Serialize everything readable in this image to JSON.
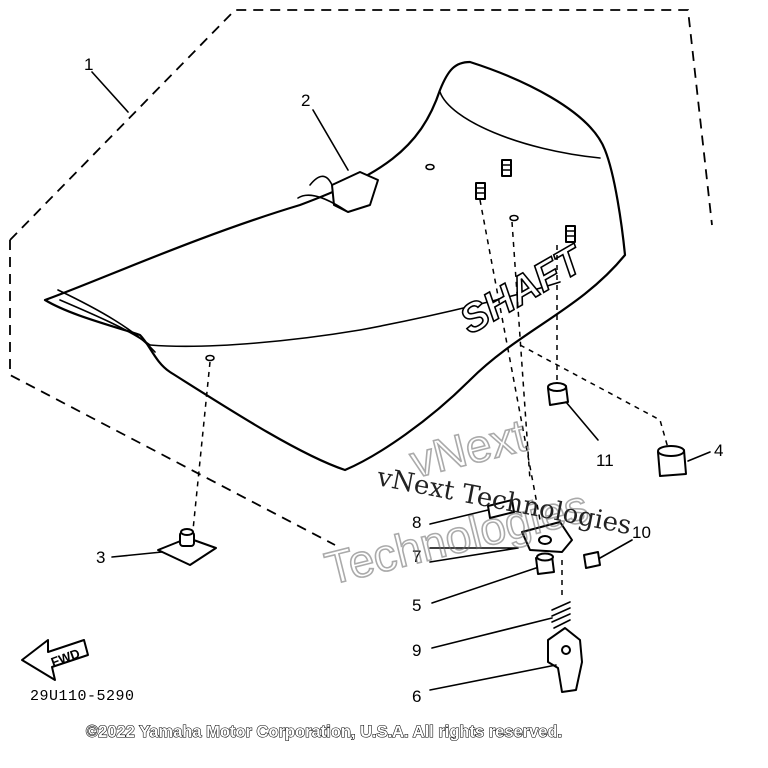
{
  "diagram": {
    "decal_text": "SHAFT",
    "fwd_label": "FWD",
    "figure_code": "29U110-5290",
    "copyright": "©2022 Yamaha Motor Corporation, U.S.A. All rights reserved.",
    "watermark_small": "vNext Technologies",
    "watermark_large_1": "vNext",
    "watermark_large_2": "Technologies",
    "callouts": {
      "c1": "1",
      "c2": "2",
      "c3": "3",
      "c4": "4",
      "c5": "5",
      "c6": "6",
      "c7": "7",
      "c8": "8",
      "c9": "9",
      "c10": "10",
      "c11": "11"
    }
  }
}
